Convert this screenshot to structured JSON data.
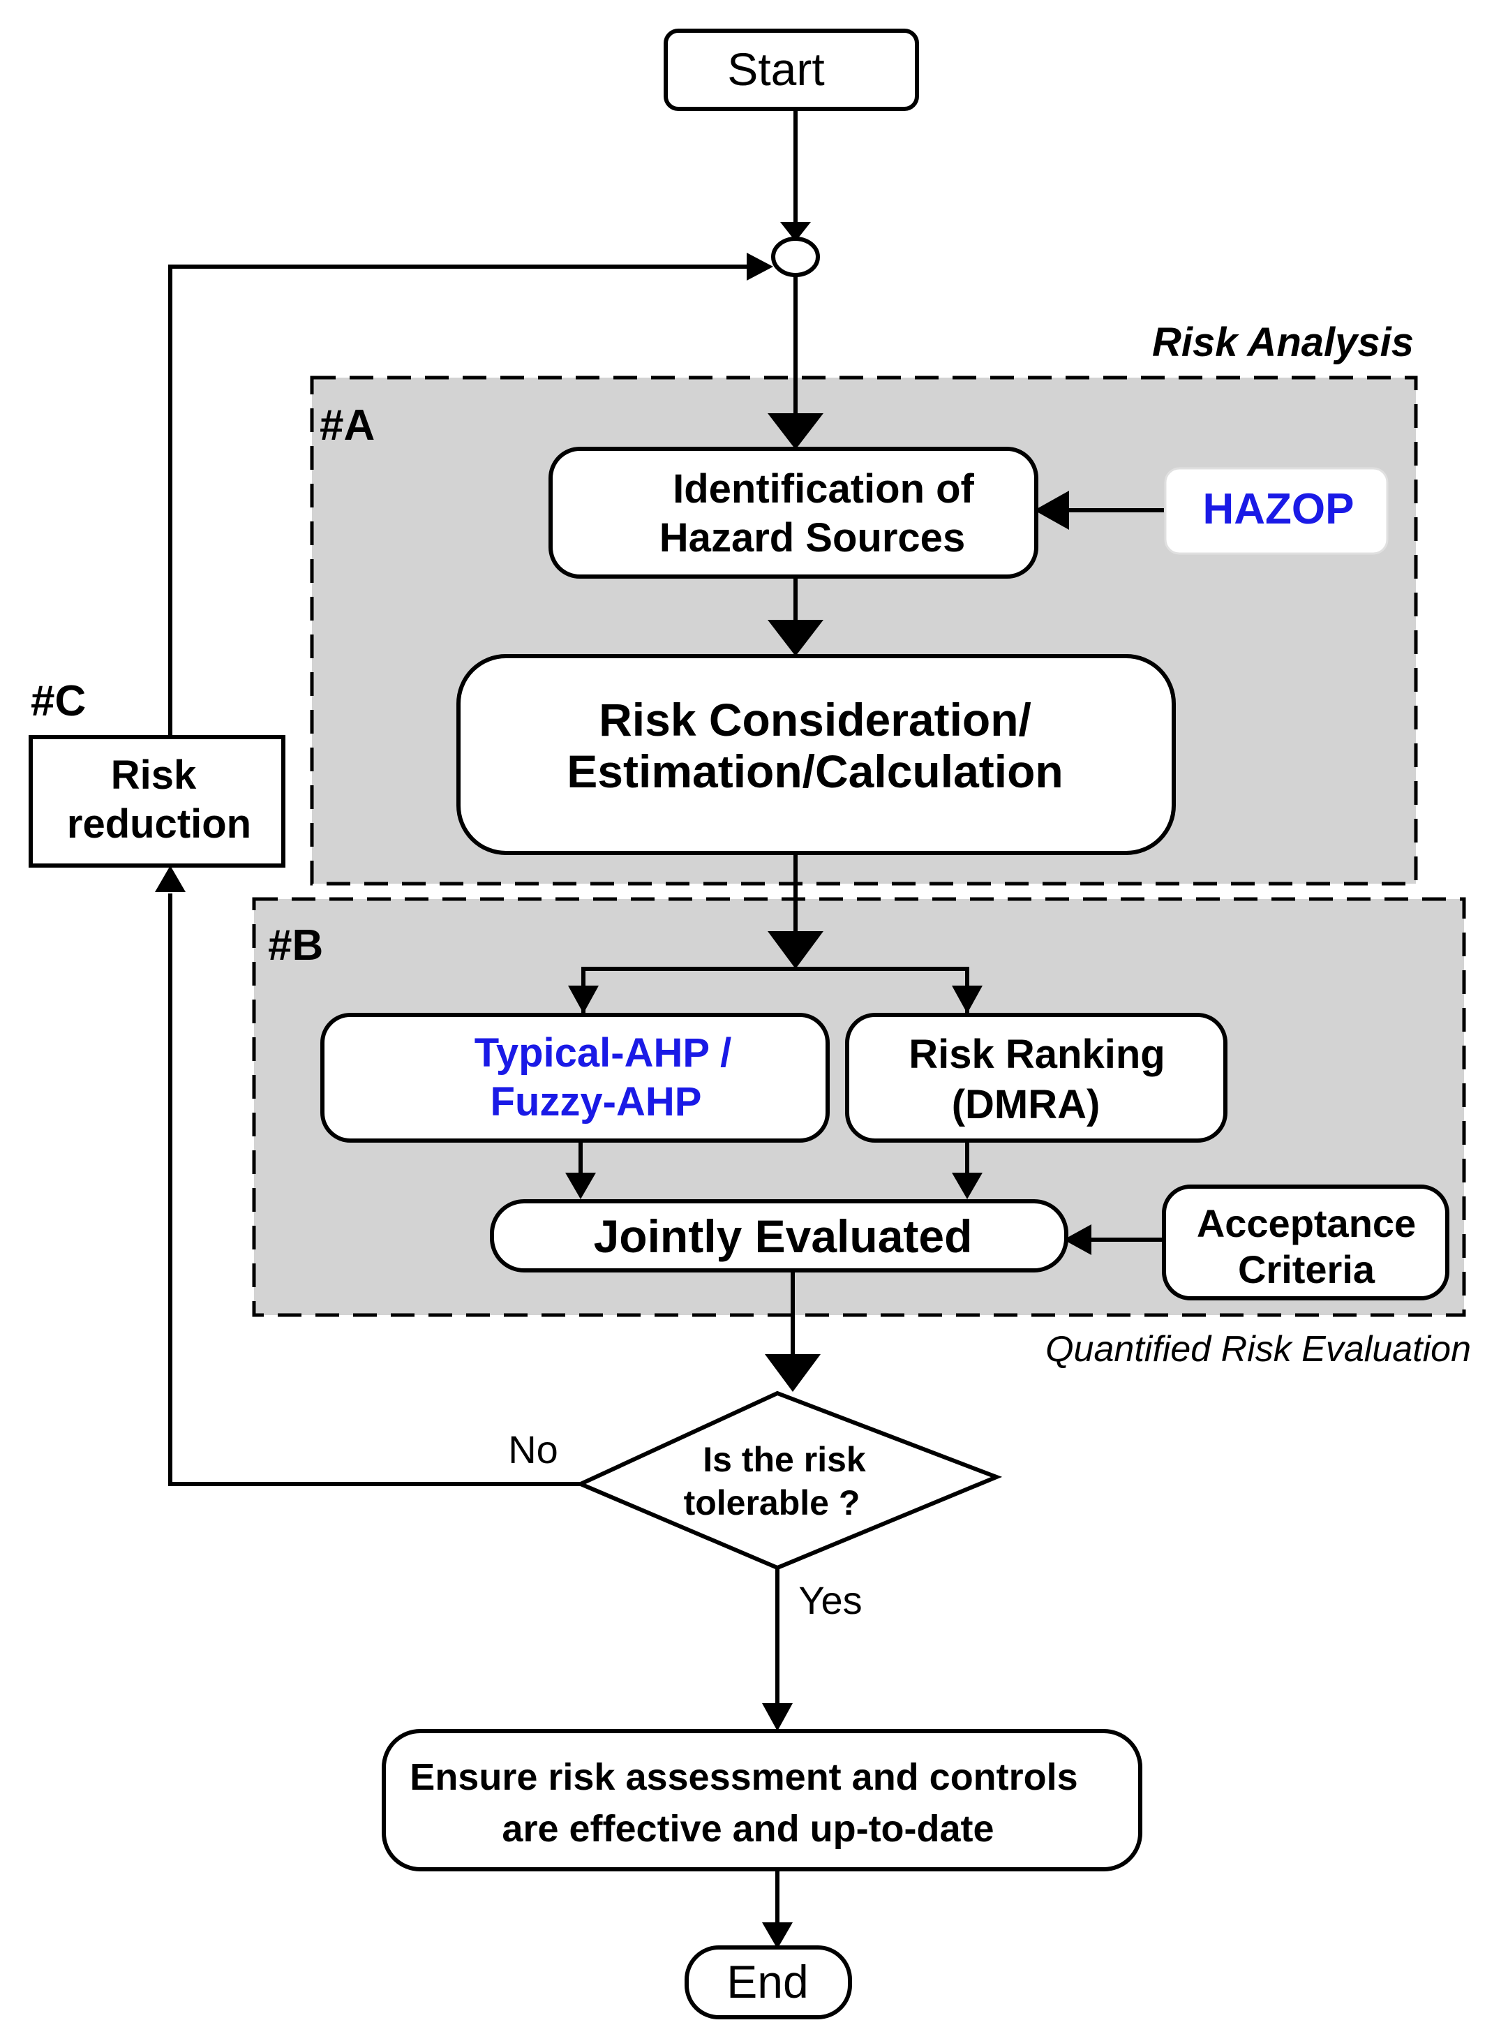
{
  "colors": {
    "region_fill": "#d3d3d3",
    "method_text": "#1a1ae6"
  },
  "regions": {
    "analysis": {
      "title": "Risk Analysis",
      "tag": "#A"
    },
    "evaluation": {
      "title": "Quantified Risk Evaluation",
      "tag": "#B"
    },
    "reduction": {
      "tag": "#C"
    }
  },
  "nodes": {
    "start": {
      "label": "Start"
    },
    "identification": {
      "line1": "Identification of",
      "line2": "Hazard Sources"
    },
    "hazop": {
      "label": "HAZOP"
    },
    "consideration": {
      "line1": "Risk Consideration/",
      "line2": "Estimation/Calculation"
    },
    "ahp": {
      "line1": "Typical-AHP /",
      "line2": "Fuzzy-AHP"
    },
    "ranking": {
      "line1": "Risk Ranking",
      "line2": "(DMRA)"
    },
    "jointly": {
      "label": "Jointly Evaluated"
    },
    "acceptance": {
      "line1": "Acceptance",
      "line2": "Criteria"
    },
    "decision": {
      "line1": "Is the risk",
      "line2": "tolerable ?"
    },
    "reduction": {
      "line1": "Risk",
      "line2": "reduction"
    },
    "ensure": {
      "line1": "Ensure risk assessment and controls",
      "line2": "are effective and up-to-date"
    },
    "end": {
      "label": "End"
    }
  },
  "edges": {
    "no_label": "No",
    "yes_label": "Yes"
  }
}
